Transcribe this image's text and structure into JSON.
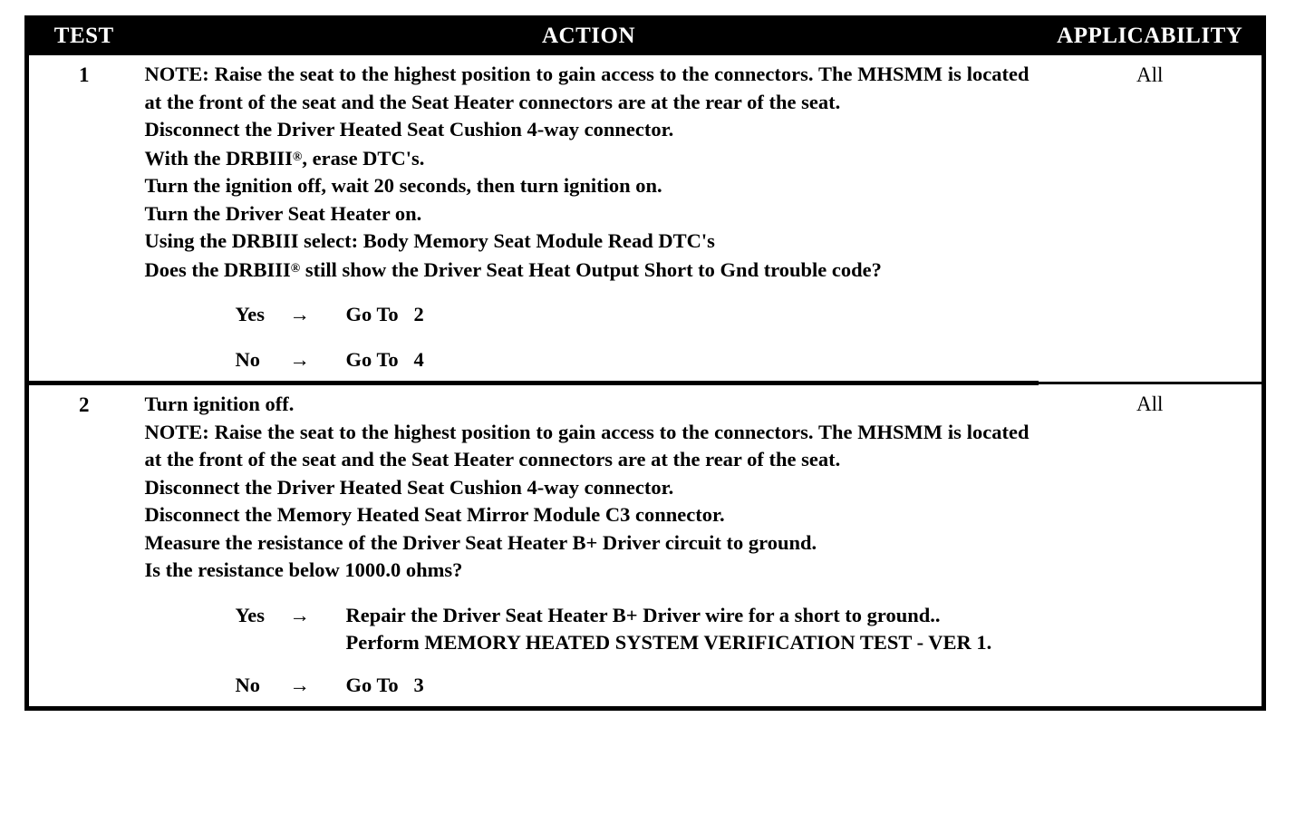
{
  "table": {
    "columns": {
      "test": "TEST",
      "action": "ACTION",
      "applicability": "APPLICABILITY"
    },
    "rows": [
      {
        "test": "1",
        "applicability": "All",
        "lines": [
          {
            "text": "NOTE: Raise the seat to the highest position to gain access to the connectors. The MHSMM is located at the front of the seat and the Seat Heater connectors are at the rear of the seat.",
            "justify": true
          },
          {
            "text": "Disconnect the Driver Heated Seat Cushion 4-way connector.",
            "justify": false
          },
          {
            "text": "With the DRBIII®, erase DTC's.",
            "justify": false,
            "trademark": true
          },
          {
            "text": "Turn the ignition off, wait 20 seconds, then turn ignition on.",
            "justify": false
          },
          {
            "text": "Turn the Driver Seat Heater on.",
            "justify": false
          },
          {
            "text": "Using the DRBIII select: Body Memory Seat Module Read DTC's",
            "justify": false
          },
          {
            "text": "Does the DRBIII® still show the Driver Seat Heat Output Short to Gnd trouble code?",
            "justify": false,
            "trademark": true
          }
        ],
        "branches": [
          {
            "answer": "Yes",
            "arrow": "→",
            "body": [
              "Go To   2"
            ]
          },
          {
            "answer": "No",
            "arrow": "→",
            "body": [
              "Go To   4"
            ]
          }
        ]
      },
      {
        "test": "2",
        "applicability": "All",
        "lines": [
          {
            "text": "Turn ignition off.",
            "justify": false
          },
          {
            "text": "NOTE: Raise the seat to the highest position to gain access to the connectors. The MHSMM is located at the front of the seat and the Seat Heater connectors are at the rear of the seat.",
            "justify": true
          },
          {
            "text": "Disconnect the Driver Heated Seat Cushion 4-way connector.",
            "justify": false
          },
          {
            "text": "Disconnect the Memory Heated Seat Mirror Module C3 connector.",
            "justify": false
          },
          {
            "text": "Measure the resistance of the Driver Seat Heater B+ Driver circuit to ground.",
            "justify": false
          },
          {
            "text": "Is the resistance below 1000.0 ohms?",
            "justify": false
          }
        ],
        "branches": [
          {
            "answer": "Yes",
            "arrow": "→",
            "body": [
              "Repair the Driver Seat Heater B+ Driver wire for a short to ground..",
              "Perform MEMORY HEATED SYSTEM VERIFICATION TEST - VER 1."
            ],
            "justify_first": true
          },
          {
            "answer": "No",
            "arrow": "→",
            "body": [
              "Go To   3"
            ]
          }
        ]
      }
    ]
  }
}
